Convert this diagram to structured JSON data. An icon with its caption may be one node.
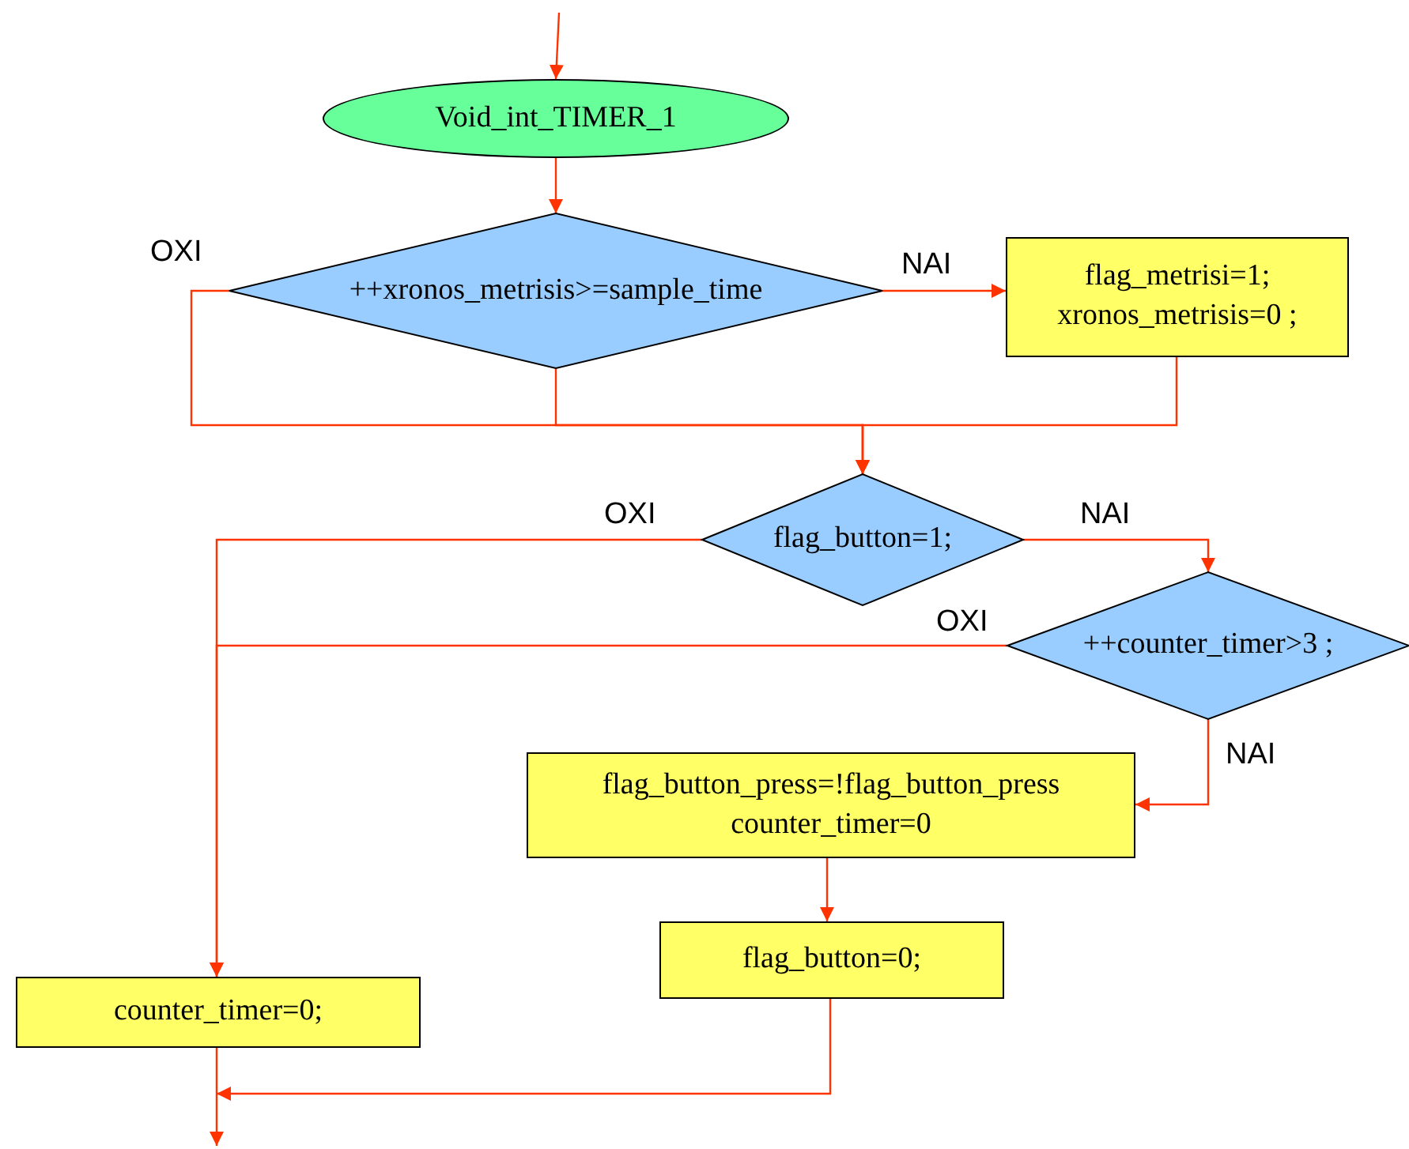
{
  "diagram": {
    "nodes": [
      {
        "text": [
          "Void_int_TIMER_1"
        ]
      },
      {
        "text": [
          "++xronos_metrisis>=sample_time"
        ]
      },
      {
        "text": [
          "flag_metrisi=1; xronos_metrisis=0 ;"
        ]
      },
      {
        "text": [
          "flag_button=1;"
        ]
      },
      {
        "text": [
          "++counter_timer>3 ;"
        ]
      },
      {
        "text": [
          "flag_button_press=!flag_button_press counter_timer=0"
        ]
      },
      {
        "text": [
          "flag_button=0;"
        ]
      },
      {
        "text": [
          "counter_timer=0;"
        ]
      }
    ],
    "edges": [
      {
        "from": null,
        "to": 0,
        "arrow": "to"
      },
      {
        "from": 0,
        "to": 1,
        "arrow": "to"
      },
      {
        "from": 1,
        "to": 2,
        "arrow": "to",
        "label": "NAI"
      },
      {
        "from": 1,
        "to": 3,
        "arrow": "to",
        "label": "OXI"
      },
      {
        "from": 1,
        "to": 3,
        "arrow": "to"
      },
      {
        "from": 2,
        "to": 3,
        "arrow": "to"
      },
      {
        "from": 3,
        "to": 4,
        "arrow": "to",
        "label": "NAI"
      },
      {
        "from": 3,
        "to": 7,
        "arrow": "to",
        "label": "OXI"
      },
      {
        "from": 4,
        "to": 7,
        "arrow": "to",
        "label": "OXI"
      },
      {
        "from": 4,
        "to": 5,
        "arrow": "to",
        "label": "NAI"
      },
      {
        "from": 5,
        "to": 6,
        "arrow": "to"
      },
      {
        "from": 7,
        "to": null,
        "arrow": "to"
      },
      {
        "from": 6,
        "to": null,
        "arrow": "to"
      }
    ]
  }
}
